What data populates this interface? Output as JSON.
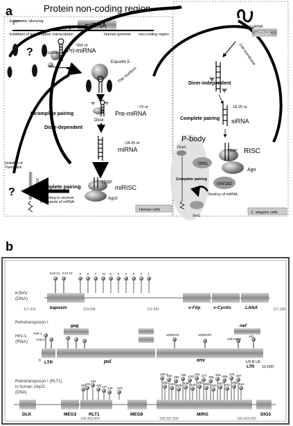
{
  "panel_a": {
    "label": "a",
    "title": "Protein non-coding region",
    "top_bar": {
      "epigenetic": "Epigenetic silencing",
      "pol": "pol  II",
      "mirna_box": "miRNA",
      "inhibition_transcription": "Inhibition of transcription",
      "transcription": "transcription",
      "human_genome": "Human genome",
      "noncoding_region": "non-coding region"
    },
    "nucleus_path": {
      "drosha": "Drosha",
      "cap": "cap",
      "aaaa": "AAAA",
      "pri_mirna": "Pri-miRNA",
      "pri_size": "~650 nt",
      "exportin": "Exportin 5",
      "nucleus": "The nucleus",
      "incomplete_pairing_1": "Incomplete pairing",
      "dicer": "Dicer",
      "pre_mirna_size": "~70 nt",
      "pre_mirna": "Pre-miRNA",
      "dicer_dependent": "Dicer-dependent",
      "mirna_size": "~18-25 nt",
      "mirna": "miRNA",
      "inhibition_translation": "Inhibition of\nTranslation",
      "utr": "3'UTR",
      "question_1": "?",
      "question_2": "?",
      "incomplete_pairing_2": "Incomplete pairing",
      "trbp": "TRBP",
      "mirisc": "miRISC",
      "ago2": "Ago2",
      "targeting": "Targeting to several\nthousands of mRNA",
      "human_cells": "Human cells"
    },
    "sirna_path": {
      "artificial": "Artificial siRNA",
      "sirna_top": "siRNA",
      "cell_membrane": "Cell membrane",
      "dicer_independent": "Dicer-independent",
      "sirna_size": "18-25 nt",
      "complete_pairing_1": "Complete pairing",
      "sirna": "siRNA",
      "pbody": "P-body",
      "dcp1": "Dcp1",
      "dhh1": "Dhh1",
      "trbp": "TRBP",
      "risc": "RISC",
      "ago": "Ago",
      "gw182": "GW182",
      "complete_pairing_2": "Complete pairing",
      "destroy": "Destroy of mRNA",
      "xrn1": "Xrn1",
      "celegans_cells": "C. elegans cells"
    }
  },
  "panel_b": {
    "label": "b",
    "kshv": {
      "label": "KSHV\n(DNA)",
      "start": "117,432",
      "kaposin": "kaposin",
      "coord_2": "119,638",
      "coord_3": "122,461",
      "vflip": "v-Flip",
      "vcyclin": "v-Cyclin",
      "lana": "LANA",
      "end": "127,296",
      "k12_12": "K12-12",
      "k12_10": "K12-10",
      "pins": [
        "8",
        "9",
        "7",
        "11",
        "6",
        "5",
        "4",
        "3",
        "2",
        "1"
      ]
    },
    "hiv": {
      "retro": "Retrotransposon I",
      "label": "HIV-1\n(RNA)",
      "gag": "gag",
      "nef": "nef",
      "tar1": "TAR-1",
      "tar2": "TAR-2",
      "vsrna1": "vsRNA#1",
      "vsrna2": "vsRNA#2",
      "mir_n367": "miR-N367",
      "h1": "H1",
      "zero": "0",
      "ltr_left": "LTR",
      "pol": "pol",
      "env": "env",
      "u3ru5": "U3 R U5",
      "ltr_right": "LTR",
      "end": "10,000"
    },
    "rlt1": {
      "label": "Retrotransposon I (RLT1)\nin human 14q32\n(DNA)",
      "genes": [
        "DLK",
        "MEG3",
        "RLT1",
        "MEG8",
        "MIRG",
        "DIO3"
      ],
      "coord_1": "100,403,500",
      "coord_2": "100,557,500",
      "coord_3": "100,604,000",
      "rlt1_pins": [
        "431",
        "433",
        "432",
        "127",
        "136",
        "370",
        "493"
      ],
      "mirg_pins": [
        "329-1",
        "323",
        "380",
        "758",
        "1193",
        "154",
        "377",
        "485",
        "409",
        "656",
        "376",
        "487",
        "382",
        "134",
        "668",
        "539",
        "543",
        "495",
        "655",
        "381",
        "410",
        "411",
        "299",
        "544"
      ]
    }
  }
}
